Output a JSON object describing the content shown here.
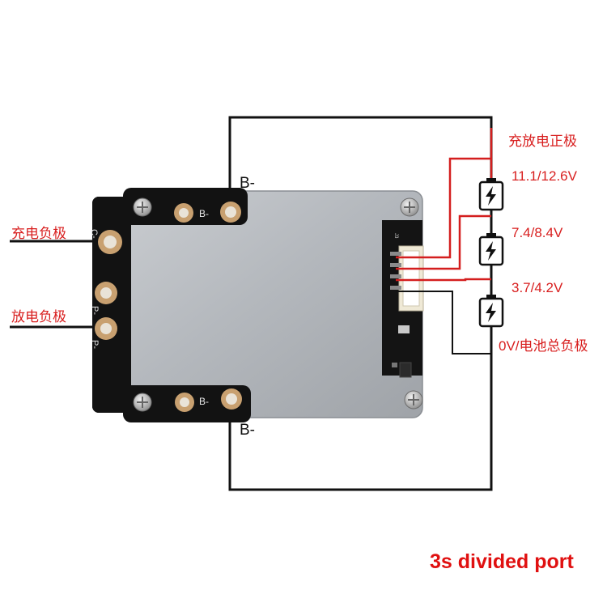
{
  "left_labels": {
    "charge_negative": "充电负极",
    "discharge_negative": "放电负极"
  },
  "b_minus": {
    "top": "B-",
    "bottom": "B-"
  },
  "board": {
    "pad_b_top": "B-",
    "pad_b_bottom": "B-",
    "pad_c": "C-",
    "pad_p1": "P-",
    "pad_p2": "P-",
    "connector_ref": "J3"
  },
  "right_labels": {
    "positive": "充放电正极",
    "v_top": "11.1/12.6V",
    "v_mid": "7.4/8.4V",
    "v_low": "3.7/4.2V",
    "v_zero": "0V/电池总负极"
  },
  "colors": {
    "wire_red": "#d41e1e",
    "wire_black": "#111111",
    "label_red": "#d81e1e"
  },
  "icons": [
    "battery-cell-icon",
    "screw-icon"
  ],
  "footer": "3s divided port"
}
